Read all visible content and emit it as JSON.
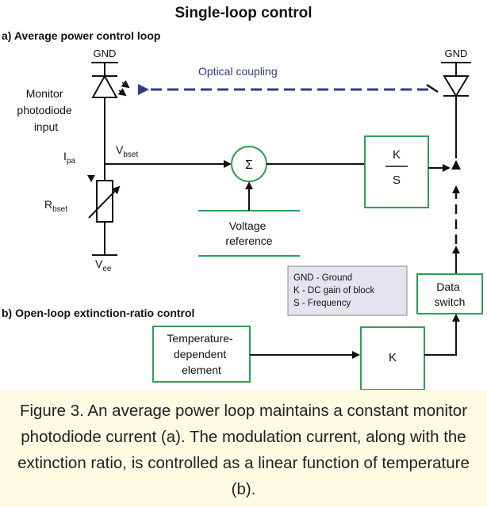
{
  "title": "Single-loop control",
  "section_a": "a) Average power control loop",
  "section_b": "b) Open-loop extinction-ratio control",
  "gnd_left": "GND",
  "gnd_right": "GND",
  "optical_coupling": "Optical coupling",
  "monitor_label": [
    "Monitor",
    "photodiode",
    "input"
  ],
  "ipa_main": "I",
  "ipa_sub": "pa",
  "vbset_main": "V",
  "vbset_sub": "bset",
  "rbset_main": "R",
  "rbset_sub": "bset",
  "vee_main": "V",
  "vee_sub": "ee",
  "summer_symbol": "Σ",
  "voltage_reference": [
    "Voltage",
    "reference"
  ],
  "integrator_num": "K",
  "integrator_den": "S",
  "legend": [
    "GND - Ground",
    "K - DC gain of block",
    "S - Frequency"
  ],
  "data_switch": [
    "Data",
    "switch"
  ],
  "temp_element": [
    "Temperature-",
    "dependent",
    "element"
  ],
  "gain_block": "K",
  "caption": "Figure 3. An average power loop maintains a constant monitor photodiode current (a). The modulation current, along with the extinction ratio, is controlled as a linear function of temperature (b).",
  "colors": {
    "line": "#111111",
    "green": "#2e9e55",
    "optical": "#2f3c8c",
    "legend_bg": "#e4e4f0",
    "caption_bg": "#fdfbe2"
  }
}
